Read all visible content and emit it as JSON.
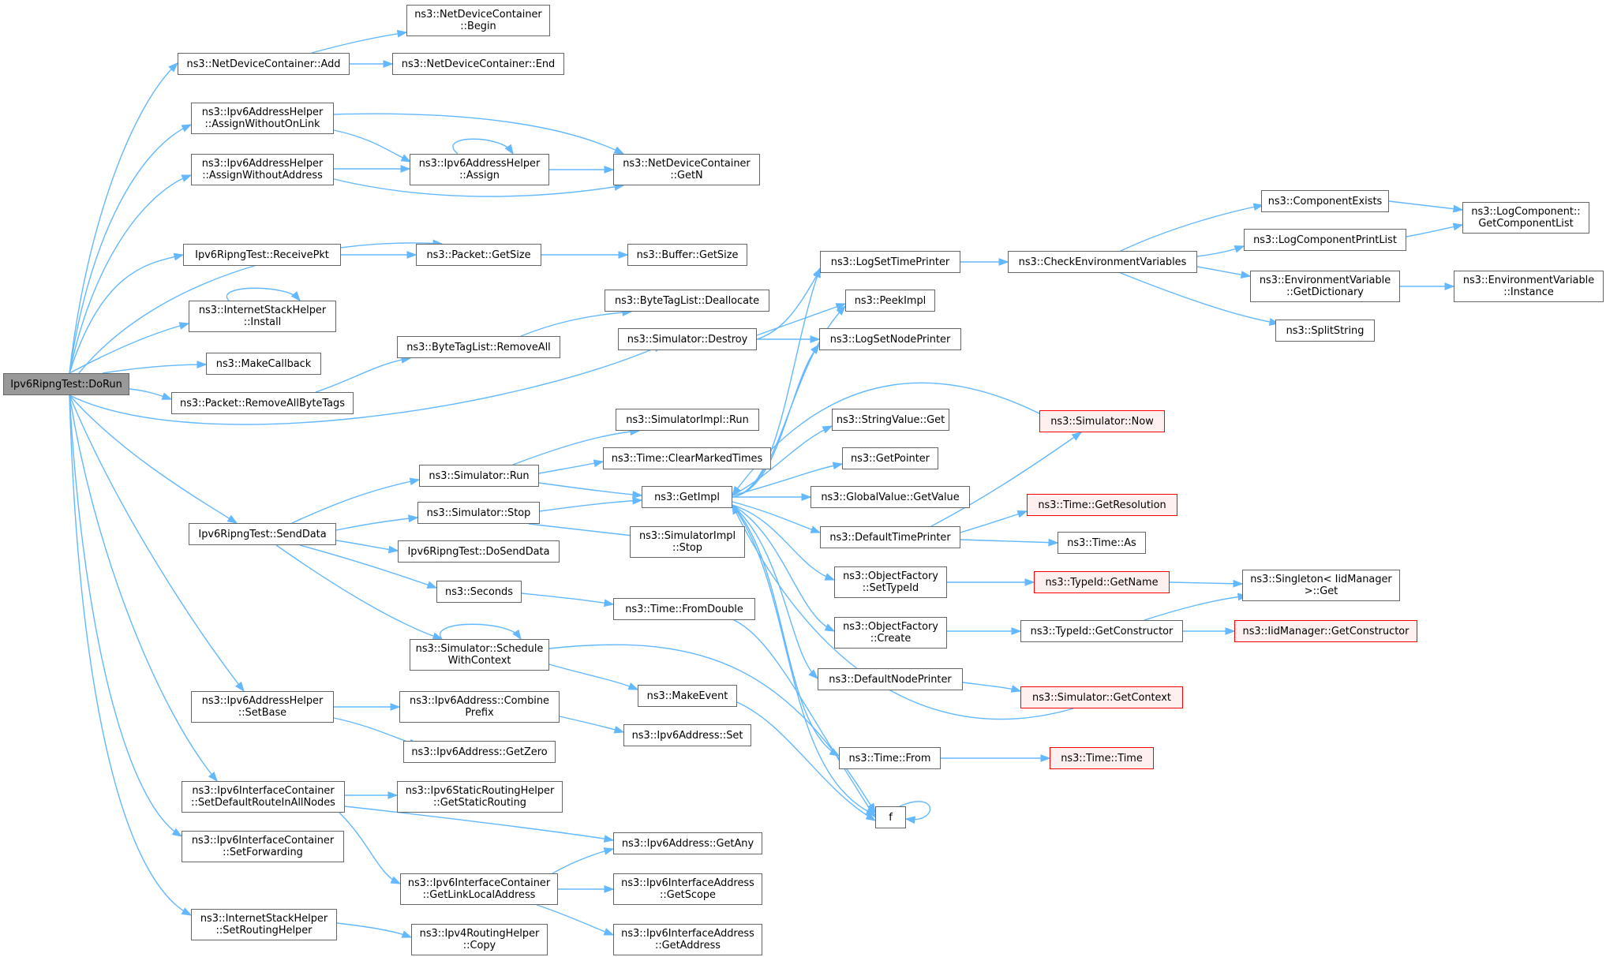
{
  "graph": {
    "root": {
      "l1": "Ipv6RipngTest::DoRun",
      "l2": ""
    },
    "nodes": {
      "ndc_add": {
        "l1": "ns3::NetDeviceContainer::Add",
        "l2": ""
      },
      "ndc_begin": {
        "l1": "ns3::NetDeviceContainer",
        "l2": "::Begin"
      },
      "ndc_end": {
        "l1": "ns3::NetDeviceContainer::End",
        "l2": ""
      },
      "ah_awol": {
        "l1": "ns3::Ipv6AddressHelper",
        "l2": "::AssignWithoutOnLink"
      },
      "ah_awoa": {
        "l1": "ns3::Ipv6AddressHelper",
        "l2": "::AssignWithoutAddress"
      },
      "ah_assign": {
        "l1": "ns3::Ipv6AddressHelper",
        "l2": "::Assign"
      },
      "ndc_getn": {
        "l1": "ns3::NetDeviceContainer",
        "l2": "::GetN"
      },
      "receivepkt": {
        "l1": "Ipv6RipngTest::ReceivePkt",
        "l2": ""
      },
      "pkt_getsize": {
        "l1": "ns3::Packet::GetSize",
        "l2": ""
      },
      "buf_getsize": {
        "l1": "ns3::Buffer::GetSize",
        "l2": ""
      },
      "ish_install": {
        "l1": "ns3::InternetStackHelper",
        "l2": "::Install"
      },
      "makecallback": {
        "l1": "ns3::MakeCallback",
        "l2": ""
      },
      "pkt_rabt": {
        "l1": "ns3::Packet::RemoveAllByteTags",
        "l2": ""
      },
      "btl_removeall": {
        "l1": "ns3::ByteTagList::RemoveAll",
        "l2": ""
      },
      "btl_dealloc": {
        "l1": "ns3::ByteTagList::Deallocate",
        "l2": ""
      },
      "sim_destroy": {
        "l1": "ns3::Simulator::Destroy",
        "l2": ""
      },
      "senddata": {
        "l1": "Ipv6RipngTest::SendData",
        "l2": ""
      },
      "sim_run": {
        "l1": "ns3::Simulator::Run",
        "l2": ""
      },
      "simimpl_run": {
        "l1": "ns3::SimulatorImpl::Run",
        "l2": ""
      },
      "time_cmt": {
        "l1": "ns3::Time::ClearMarkedTimes",
        "l2": ""
      },
      "getimpl": {
        "l1": "ns3::GetImpl",
        "l2": ""
      },
      "sim_stop": {
        "l1": "ns3::Simulator::Stop",
        "l2": ""
      },
      "simimpl_stop": {
        "l1": "ns3::SimulatorImpl",
        "l2": "::Stop"
      },
      "dosenddata": {
        "l1": "Ipv6RipngTest::DoSendData",
        "l2": ""
      },
      "seconds": {
        "l1": "ns3::Seconds",
        "l2": ""
      },
      "time_fromdouble": {
        "l1": "ns3::Time::FromDouble",
        "l2": ""
      },
      "sim_swc": {
        "l1": "ns3::Simulator::Schedule",
        "l2": "WithContext"
      },
      "makeevent": {
        "l1": "ns3::MakeEvent",
        "l2": ""
      },
      "ah_setbase": {
        "l1": "ns3::Ipv6AddressHelper",
        "l2": "::SetBase"
      },
      "addr_combine": {
        "l1": "ns3::Ipv6Address::Combine",
        "l2": "Prefix"
      },
      "addr_getzero": {
        "l1": "ns3::Ipv6Address::GetZero",
        "l2": ""
      },
      "addr_set": {
        "l1": "ns3::Ipv6Address::Set",
        "l2": ""
      },
      "ic_sdr": {
        "l1": "ns3::Ipv6InterfaceContainer",
        "l2": "::SetDefaultRouteInAllNodes"
      },
      "srh_gsr": {
        "l1": "ns3::Ipv6StaticRoutingHelper",
        "l2": "::GetStaticRouting"
      },
      "addr_getany": {
        "l1": "ns3::Ipv6Address::GetAny",
        "l2": ""
      },
      "ic_setfwd": {
        "l1": "ns3::Ipv6InterfaceContainer",
        "l2": "::SetForwarding"
      },
      "ic_gll": {
        "l1": "ns3::Ipv6InterfaceContainer",
        "l2": "::GetLinkLocalAddress"
      },
      "ia_getscope": {
        "l1": "ns3::Ipv6InterfaceAddress",
        "l2": "::GetScope"
      },
      "ia_getaddr": {
        "l1": "ns3::Ipv6InterfaceAddress",
        "l2": "::GetAddress"
      },
      "ish_srh": {
        "l1": "ns3::InternetStackHelper",
        "l2": "::SetRoutingHelper"
      },
      "rh_copy": {
        "l1": "ns3::Ipv4RoutingHelper",
        "l2": "::Copy"
      },
      "logsettp": {
        "l1": "ns3::LogSetTimePrinter",
        "l2": ""
      },
      "peekimpl": {
        "l1": "ns3::PeekImpl",
        "l2": ""
      },
      "logsetnp": {
        "l1": "ns3::LogSetNodePrinter",
        "l2": ""
      },
      "sv_get": {
        "l1": "ns3::StringValue::Get",
        "l2": ""
      },
      "getpointer": {
        "l1": "ns3::GetPointer",
        "l2": ""
      },
      "gv_getvalue": {
        "l1": "ns3::GlobalValue::GetValue",
        "l2": ""
      },
      "deftp": {
        "l1": "ns3::DefaultTimePrinter",
        "l2": ""
      },
      "of_settypeid": {
        "l1": "ns3::ObjectFactory",
        "l2": "::SetTypeId"
      },
      "of_create": {
        "l1": "ns3::ObjectFactory",
        "l2": "::Create"
      },
      "defnp": {
        "l1": "ns3::DefaultNodePrinter",
        "l2": ""
      },
      "time_from": {
        "l1": "ns3::Time::From",
        "l2": ""
      },
      "f": {
        "l1": "f",
        "l2": ""
      },
      "checkenv": {
        "l1": "ns3::CheckEnvironmentVariables",
        "l2": ""
      },
      "compexists": {
        "l1": "ns3::ComponentExists",
        "l2": ""
      },
      "logcpl": {
        "l1": "ns3::LogComponentPrintList",
        "l2": ""
      },
      "lc_gcl": {
        "l1": "ns3::LogComponent::",
        "l2": "GetComponentList"
      },
      "ev_getdict": {
        "l1": "ns3::EnvironmentVariable",
        "l2": "::GetDictionary"
      },
      "ev_instance": {
        "l1": "ns3::EnvironmentVariable",
        "l2": "::Instance"
      },
      "splitstring": {
        "l1": "ns3::SplitString",
        "l2": ""
      },
      "sim_now": {
        "l1": "ns3::Simulator::Now",
        "l2": ""
      },
      "time_getres": {
        "l1": "ns3::Time::GetResolution",
        "l2": ""
      },
      "time_as": {
        "l1": "ns3::Time::As",
        "l2": ""
      },
      "typeid_getname": {
        "l1": "ns3::TypeId::GetName",
        "l2": ""
      },
      "singleton_get": {
        "l1": "ns3::Singleton< IidManager",
        "l2": ">::Get"
      },
      "typeid_getctor": {
        "l1": "ns3::TypeId::GetConstructor",
        "l2": ""
      },
      "iid_getctor": {
        "l1": "ns3::IidManager::GetConstructor",
        "l2": ""
      },
      "sim_getcontext": {
        "l1": "ns3::Simulator::GetContext",
        "l2": ""
      },
      "time_time": {
        "l1": "ns3::Time::Time",
        "l2": ""
      }
    },
    "colors": {
      "edge": "#63b8ff",
      "node_border": "#666666",
      "root_fill": "#999999",
      "truncated_border": "#ff0000",
      "truncated_fill": "#fff0f0"
    }
  }
}
